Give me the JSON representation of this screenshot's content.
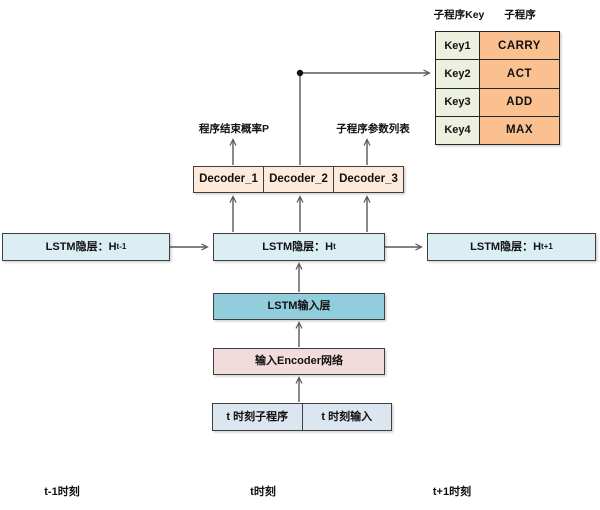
{
  "key_table": {
    "header_key": "子程序Key",
    "header_value": "子程序",
    "rows": [
      {
        "key": "Key1",
        "value": "CARRY"
      },
      {
        "key": "Key2",
        "value": "ACT"
      },
      {
        "key": "Key3",
        "value": "ADD"
      },
      {
        "key": "Key4",
        "value": "MAX"
      }
    ]
  },
  "decoders": {
    "d1": "Decoder_1",
    "d2": "Decoder_2",
    "d3": "Decoder_3"
  },
  "outputs": {
    "end_probability": "程序结束概率P",
    "param_list": "子程序参数列表"
  },
  "lstm": {
    "hidden_prefix": "LSTM隐层：H",
    "prev_sub": "t-1",
    "curr_sub": "t",
    "next_sub": "t+1",
    "input_layer": "LSTM输入层",
    "encoder": "输入Encoder网络"
  },
  "inputs": {
    "subprogram": "t 时刻子程序",
    "input": "t 时刻输入"
  },
  "timeline": {
    "prev": "t-1时刻",
    "curr": "t时刻",
    "next": "t+1时刻"
  },
  "colors": {
    "hidden_layer_fill": "#daeef3",
    "input_layer_fill": "#92cddc",
    "encoder_fill": "#f2dcdb",
    "decoder_fill": "#fdeada",
    "bottom_input_fill": "#dce6f1",
    "table_key_fill": "#ebf1de",
    "table_value_fill": "#fac090",
    "line_color": "#595959",
    "border_color": "#3f3f3f"
  }
}
